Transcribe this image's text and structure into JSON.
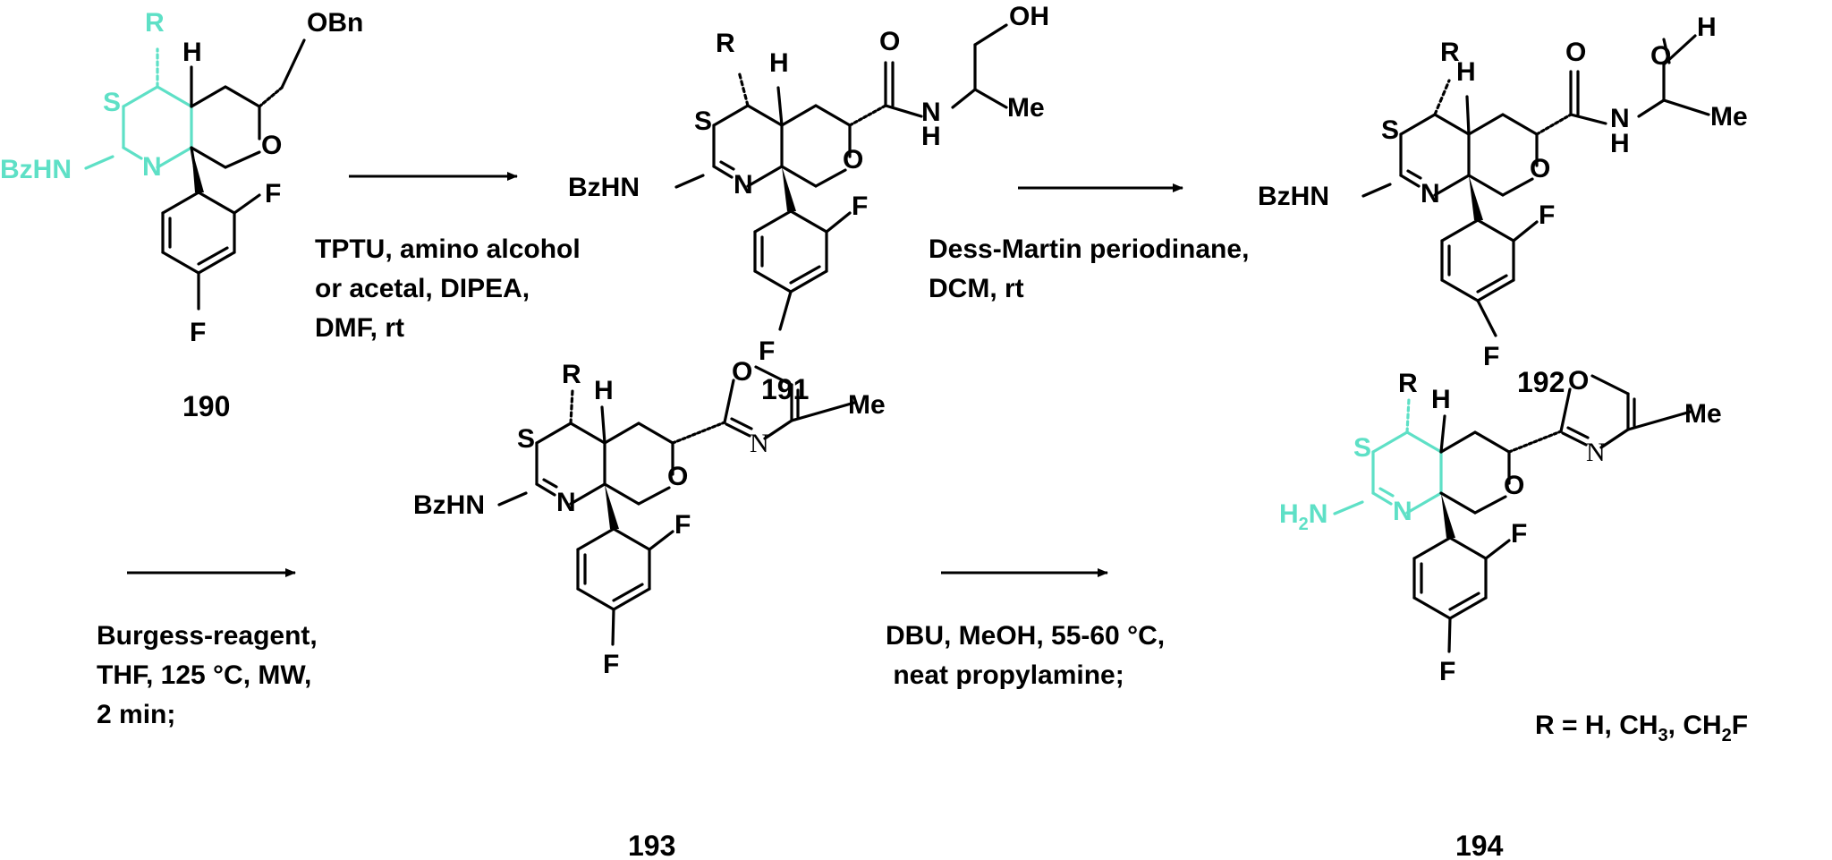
{
  "colors": {
    "ink": "#000000",
    "highlight": "#5ee0c6"
  },
  "compounds": {
    "c190": {
      "id": "190",
      "subst": "OBn",
      "amine": "BzHN"
    },
    "c191": {
      "id": "191",
      "amine": "BzHN",
      "oh": "OH",
      "me": "Me",
      "nh_n": "N",
      "nh_h": "H",
      "o": "O"
    },
    "c192": {
      "id": "192",
      "amine": "BzHN",
      "me": "Me",
      "nh_n": "N",
      "nh_h": "H",
      "o": "O",
      "ald_o": "O",
      "ald_h": "H"
    },
    "c193": {
      "id": "193",
      "amine": "BzHN",
      "me": "Me",
      "ring_o": "O",
      "ring_n": "N"
    },
    "c194": {
      "id": "194",
      "amine_h": "H",
      "amine_2": "2",
      "amine_n": "N",
      "me": "Me",
      "ring_o": "O",
      "ring_n": "N"
    }
  },
  "atoms": {
    "r": "R",
    "h": "H",
    "s": "S",
    "n": "N",
    "o": "O",
    "f": "F"
  },
  "conditions": {
    "step1": [
      "TPTU, amino alcohol",
      "or acetal, DIPEA,",
      "DMF, rt"
    ],
    "step2": [
      "Dess-Martin periodinane,",
      "DCM, rt"
    ],
    "step3": [
      "Burgess-reagent,",
      "THF, 125 °C, MW,",
      "2 min;"
    ],
    "step4": [
      "DBU, MeOH, 55-60 °C,",
      " neat propylamine;"
    ]
  },
  "footnote": {
    "prefix": "R = H, CH",
    "sub1": "3",
    "mid": ", CH",
    "sub2": "2",
    "suffix": "F"
  }
}
